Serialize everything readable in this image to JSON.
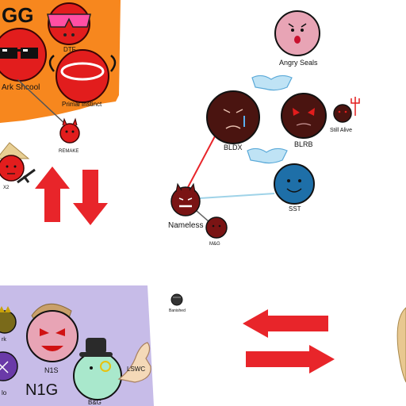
{
  "colors": {
    "orange_panel": "#f7871e",
    "purple_panel": "#c7bce8",
    "red_ball": "#e21d1d",
    "dark_brown_ball": "#4a1410",
    "maroon_ball": "#7a1414",
    "blue_ball": "#1e6fa8",
    "pink_ball": "#e8a4b5",
    "mint_ball": "#a9e8cc",
    "red_arrow": "#e8252a",
    "link_red": "#e8252a",
    "link_blue": "#9fd3e8",
    "link_gray": "#666666"
  },
  "top_left": {
    "title_fragment": "GG",
    "labels": {
      "dtf": "DTF",
      "ark_school": "Ark Shcool",
      "primal_instinct": "Primal Instinct",
      "remake": "REMAKE",
      "x2": "X2"
    }
  },
  "network": {
    "angry_seals": "Angry Seals",
    "bldx": "BLDX",
    "blrb": "BLRB",
    "still_alive": "Still Alive",
    "sst": "SST",
    "nameless": "Nameless",
    "mbg": "M&G"
  },
  "bottom_left": {
    "n1s": "N1S",
    "n1g": "N1G",
    "lswc": "LSWC",
    "bg": "B&G",
    "partial_1": "rk",
    "partial_2": "lo"
  },
  "misc": {
    "banished": "Banished"
  },
  "icons": [
    "handshake-icon",
    "sunglasses-icon",
    "top-hat-icon",
    "straw-hat-icon",
    "cap-icon",
    "muscle-arm-icon",
    "crown-icon",
    "devil-horns-icon"
  ]
}
